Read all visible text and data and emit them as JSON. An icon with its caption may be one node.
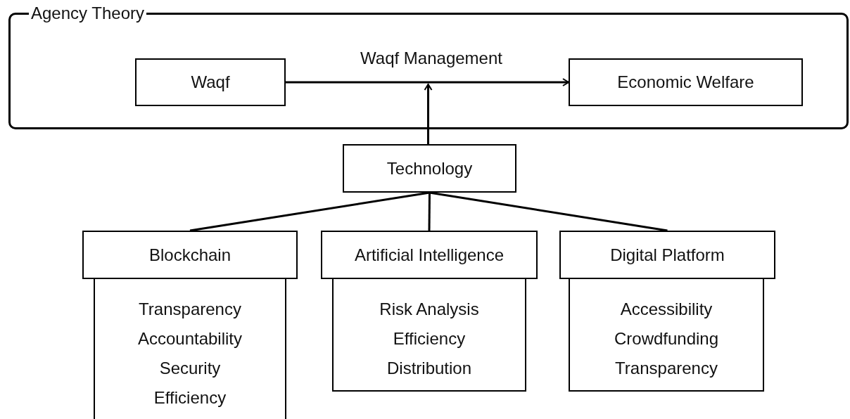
{
  "diagram": {
    "nodes": [
      {
        "text": [
          "Agency Theory"
        ]
      },
      {
        "text": [
          "Waqf"
        ],
        "in": 0
      },
      {
        "text": [
          "Economic Welfare"
        ],
        "in": 0
      },
      {
        "text": [
          "Technology"
        ]
      },
      {
        "text": [
          "Blockchain"
        ]
      },
      {
        "text": [
          "Artificial Intelligence"
        ]
      },
      {
        "text": [
          "Digital Platform"
        ]
      },
      {
        "text": [
          "Transparency",
          "Accountability",
          "Security",
          "Efficiency"
        ]
      },
      {
        "text": [
          "Risk Analysis",
          "Efficiency",
          "Distribution"
        ]
      },
      {
        "text": [
          "Accessibility",
          "Crowdfunding",
          "Transparency"
        ]
      }
    ],
    "edges": [
      {
        "from": 1,
        "to": 2,
        "arrow": "to",
        "label": "Waqf Management"
      },
      {
        "from": 3,
        "to": null,
        "arrow": "to"
      },
      {
        "from": 3,
        "to": 4,
        "arrow": "none"
      },
      {
        "from": 3,
        "to": 5,
        "arrow": "none"
      },
      {
        "from": 3,
        "to": 6,
        "arrow": "none"
      }
    ]
  }
}
